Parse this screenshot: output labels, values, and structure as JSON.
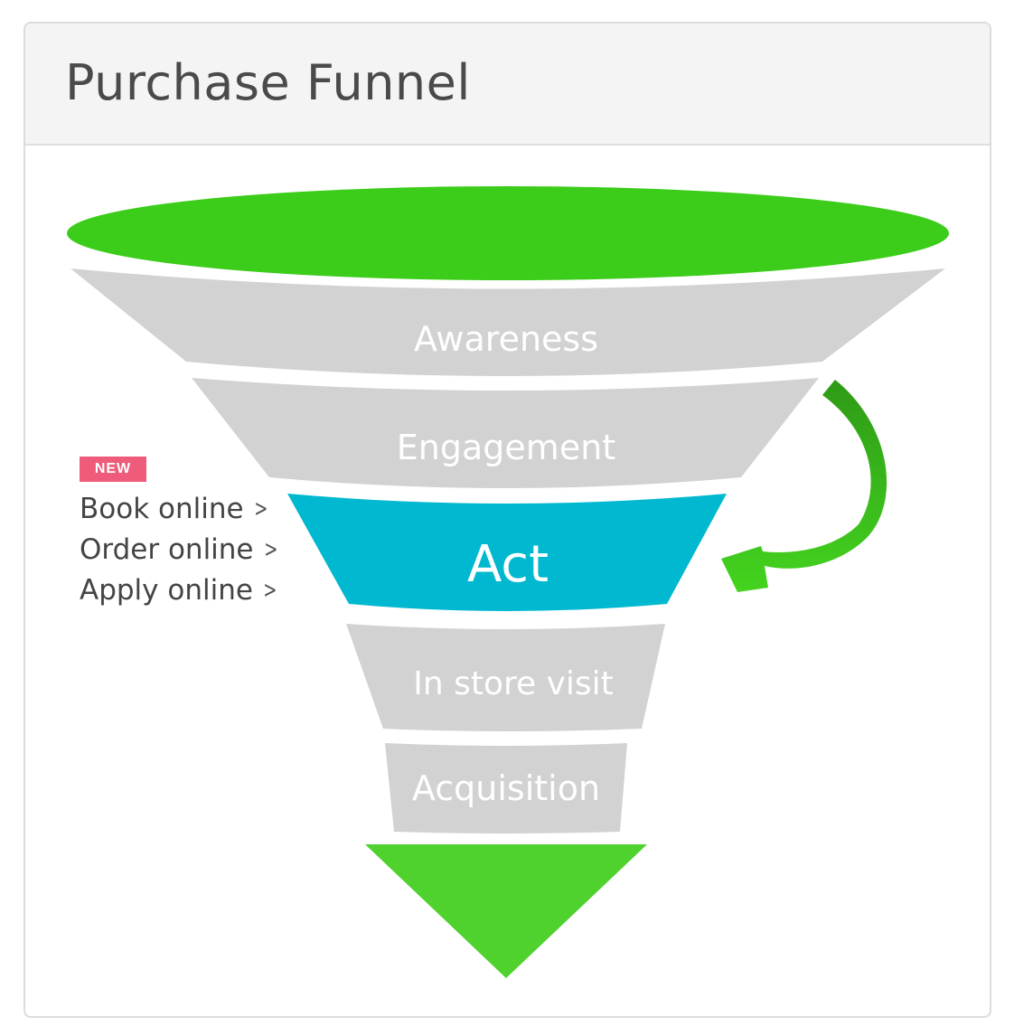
{
  "panel": {
    "title": "Purchase Funnel"
  },
  "funnel": {
    "stages": [
      {
        "label": "Awareness",
        "highlighted": false
      },
      {
        "label": "Engagement",
        "highlighted": false
      },
      {
        "label": "Act",
        "highlighted": true
      },
      {
        "label": "In store visit",
        "highlighted": false
      },
      {
        "label": "Acquisition",
        "highlighted": false
      }
    ],
    "colors": {
      "rim": "#3ccc1a",
      "stage": "#d2d2d2",
      "highlight": "#00b8cf",
      "arrow": "#3ccc1a",
      "bottom_arrow": "#4fd12e"
    }
  },
  "actions": {
    "badge": "NEW",
    "links": [
      {
        "label": "Book online",
        "icon": "chevron-right-icon"
      },
      {
        "label": "Order online",
        "icon": "chevron-right-icon"
      },
      {
        "label": "Apply online",
        "icon": "chevron-right-icon"
      }
    ]
  }
}
